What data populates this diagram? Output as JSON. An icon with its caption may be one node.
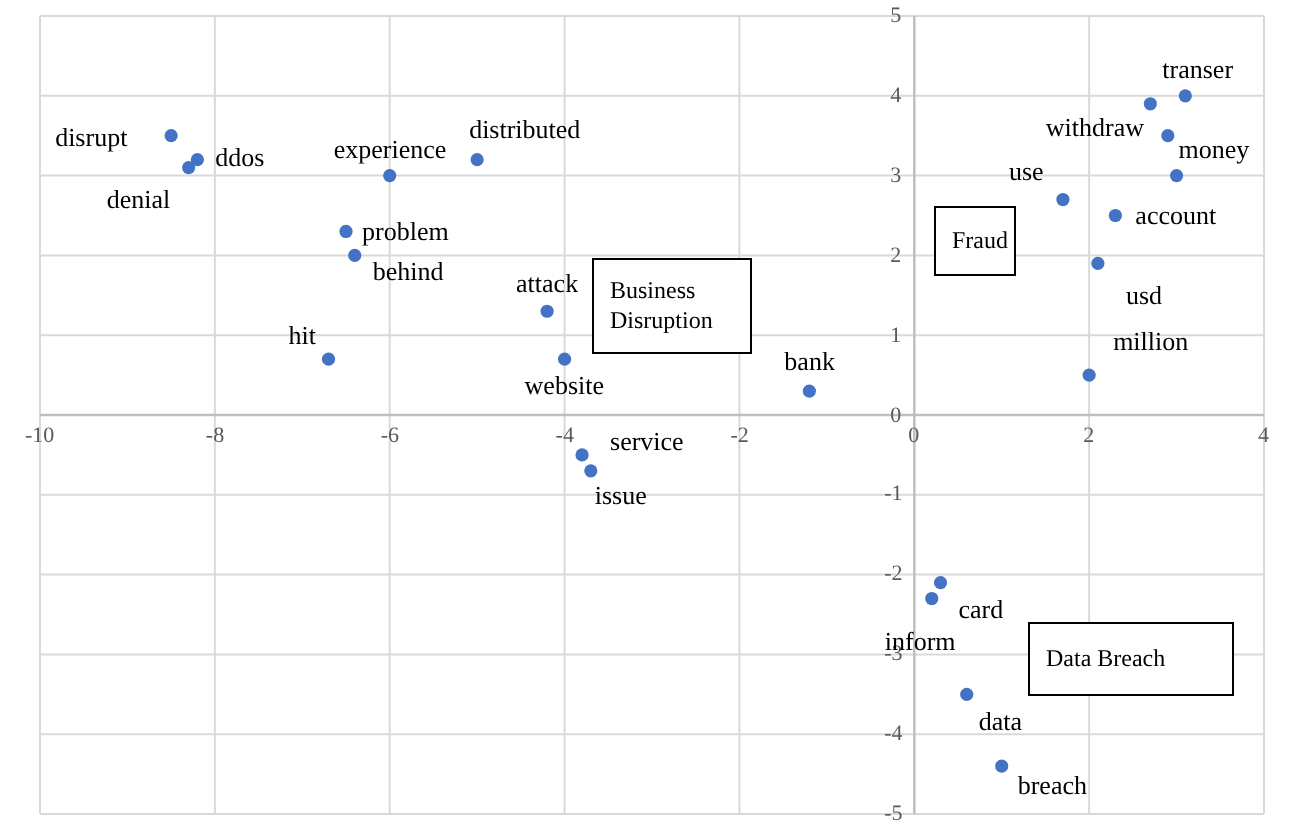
{
  "diagram": {
    "nodes": [
      {
        "text": [
          "Business Disruption"
        ]
      },
      {
        "text": [
          "Fraud"
        ]
      },
      {
        "text": [
          "Data Breach"
        ]
      }
    ],
    "chart_data": {
      "type": "scatter",
      "x": [
        -8.5,
        -8.2,
        -8.3,
        -6.0,
        -5.0,
        -6.5,
        -6.4,
        -6.7,
        -4.2,
        -4.0,
        -1.2,
        -3.8,
        -3.7,
        3.1,
        2.7,
        2.9,
        3.0,
        1.7,
        2.3,
        2.1,
        2.0,
        0.3,
        0.2,
        0.6,
        1.0
      ],
      "series": [
        {
          "color": "#4472c4",
          "values": [
            3.5,
            3.2,
            3.1,
            3.0,
            3.2,
            2.3,
            2.0,
            0.7,
            1.3,
            0.7,
            0.3,
            -0.5,
            -0.7,
            4.0,
            3.9,
            3.5,
            3.0,
            2.7,
            2.5,
            1.9,
            0.5,
            -2.1,
            -2.3,
            -3.5,
            -4.4
          ]
        }
      ],
      "grid": true,
      "xlim": [
        -10,
        4
      ],
      "ylim": [
        -5,
        5
      ],
      "xticks": [
        -10,
        -8,
        -6,
        -4,
        -2,
        0,
        2,
        4
      ],
      "yticks": [
        -5,
        -4,
        -3,
        -2,
        -1,
        0,
        1,
        2,
        3,
        4,
        5
      ],
      "annotations": [
        {
          "x": -8.5,
          "y": 3.5,
          "text": "disrupt"
        },
        {
          "x": -8.2,
          "y": 3.2,
          "text": "ddos"
        },
        {
          "x": -8.3,
          "y": 3.1,
          "text": "denial"
        },
        {
          "x": -6.0,
          "y": 3.0,
          "text": "experience"
        },
        {
          "x": -5.0,
          "y": 3.2,
          "text": "distributed"
        },
        {
          "x": -6.5,
          "y": 2.3,
          "text": "problem"
        },
        {
          "x": -6.4,
          "y": 2.0,
          "text": "behind"
        },
        {
          "x": -6.7,
          "y": 0.7,
          "text": "hit"
        },
        {
          "x": -4.2,
          "y": 1.3,
          "text": "attack"
        },
        {
          "x": -4.0,
          "y": 0.7,
          "text": "website"
        },
        {
          "x": -1.2,
          "y": 0.3,
          "text": "bank"
        },
        {
          "x": -3.8,
          "y": -0.5,
          "text": "service"
        },
        {
          "x": -3.7,
          "y": -0.7,
          "text": "issue"
        },
        {
          "x": 3.1,
          "y": 4.0,
          "text": "transer"
        },
        {
          "x": 2.9,
          "y": 3.5,
          "text": "withdraw"
        },
        {
          "x": 3.0,
          "y": 3.0,
          "text": "money"
        },
        {
          "x": 1.7,
          "y": 2.7,
          "text": "use"
        },
        {
          "x": 2.3,
          "y": 2.5,
          "text": "account"
        },
        {
          "x": 2.1,
          "y": 1.9,
          "text": "usd"
        },
        {
          "x": 2.0,
          "y": 0.5,
          "text": "million"
        },
        {
          "x": 0.3,
          "y": -2.1,
          "text": "card"
        },
        {
          "x": 0.2,
          "y": -2.3,
          "text": "inform"
        },
        {
          "x": 0.6,
          "y": -3.5,
          "text": "data"
        },
        {
          "x": 1.0,
          "y": -4.4,
          "text": "breach"
        }
      ]
    }
  }
}
